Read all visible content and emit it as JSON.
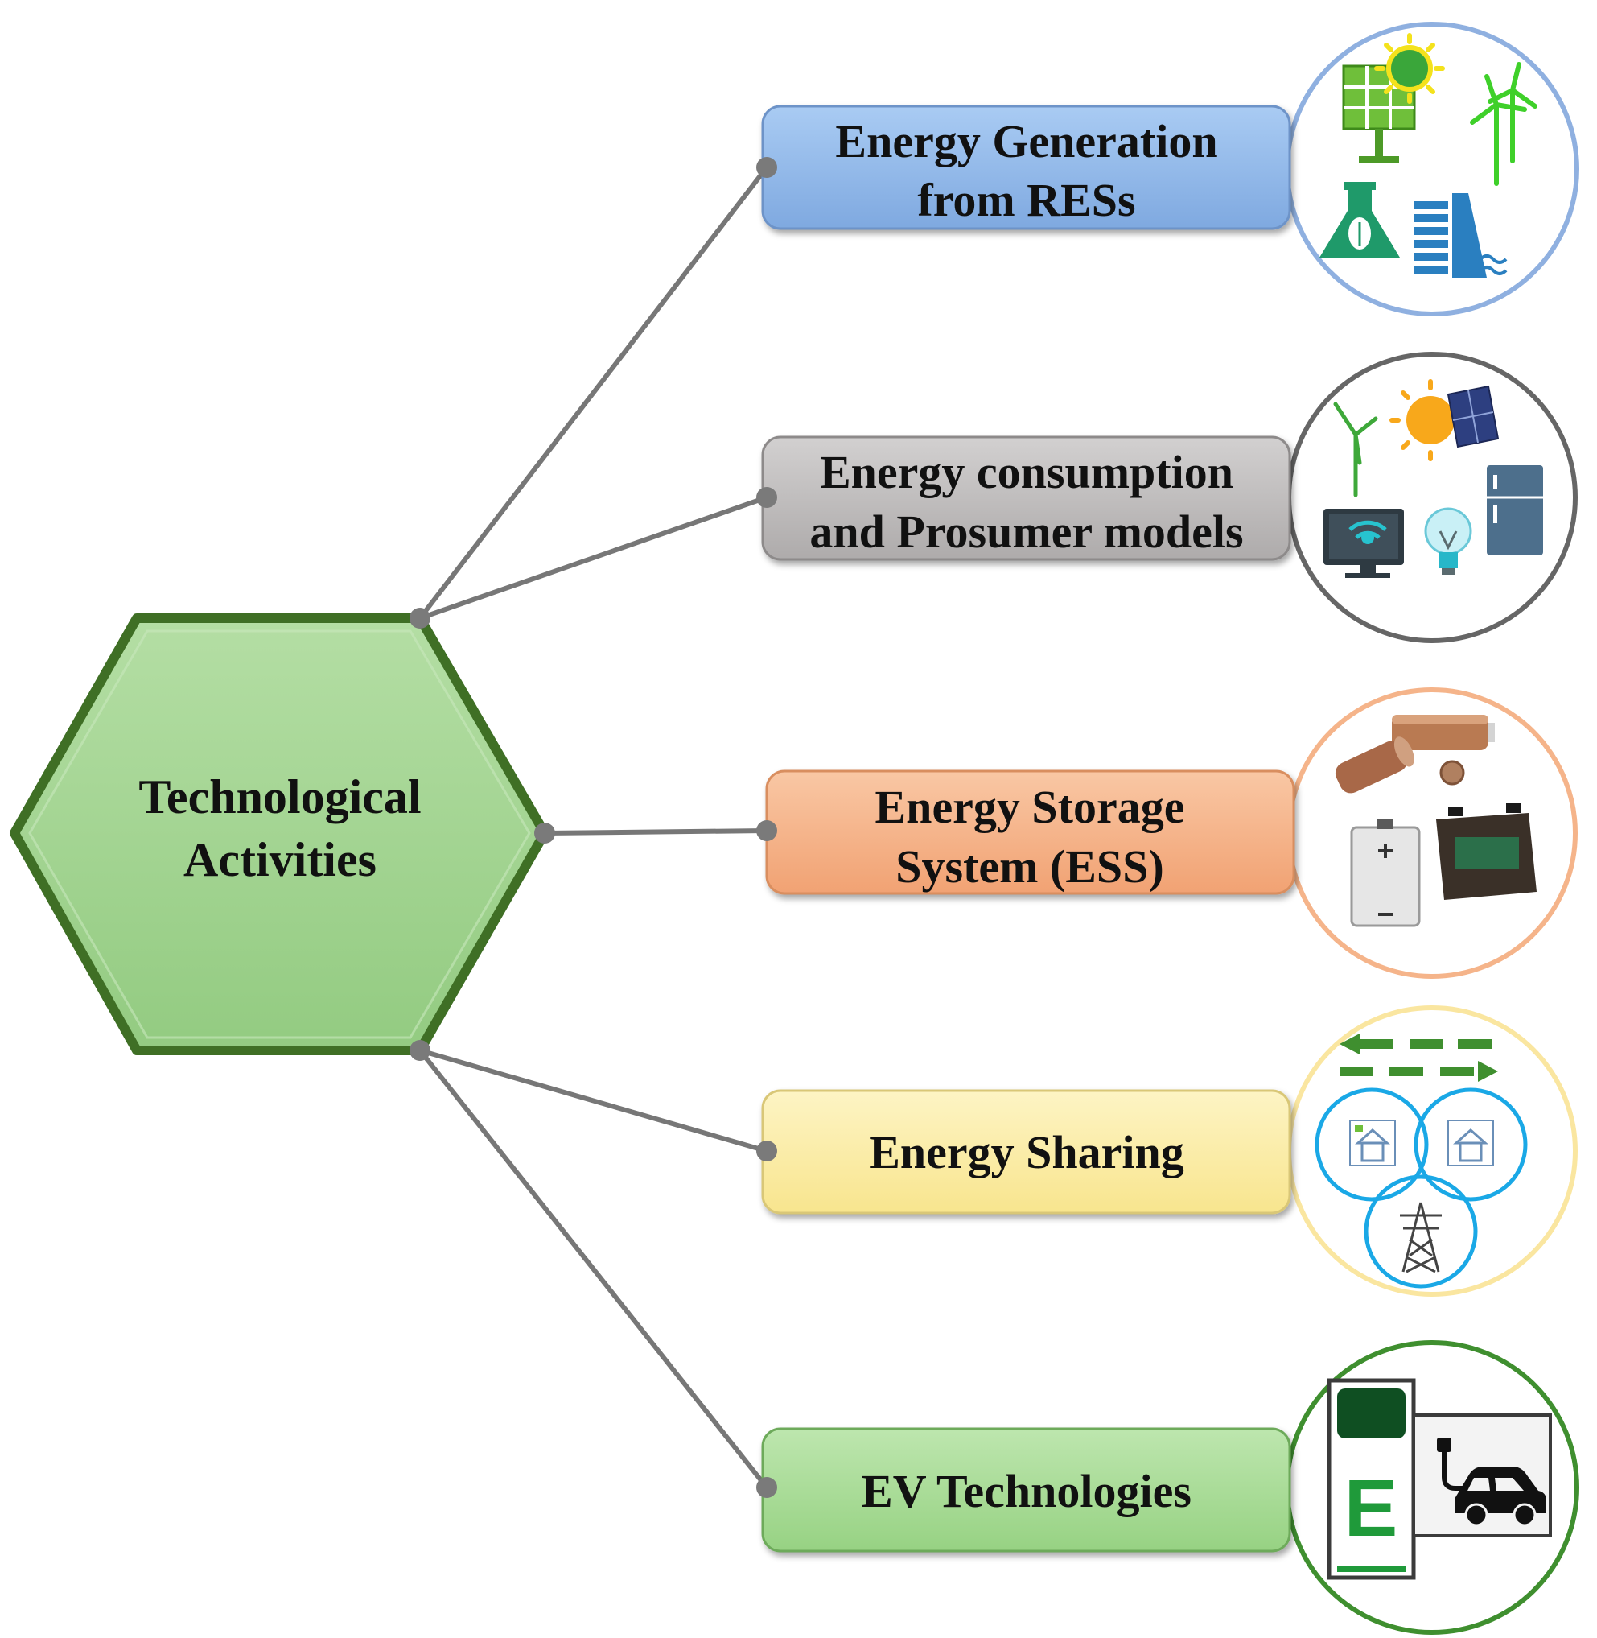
{
  "center": {
    "line1": "Technological",
    "line2": "Activities",
    "fill": "#9fd18f",
    "stroke": "#3f6f25"
  },
  "branches": [
    {
      "line1": "Energy Generation",
      "line2": "from RESs",
      "fill": "#8fb8ea",
      "ring": "#8fb0e0",
      "icons": [
        "solar-panel-icon",
        "sun-icon",
        "wind-turbine-icon",
        "biomass-plant-icon",
        "hydro-dam-icon"
      ]
    },
    {
      "line1": "Energy consumption",
      "line2": "and Prosumer models",
      "fill": "#bdbaba",
      "ring": "#666666",
      "icons": [
        "wind-turbine-icon",
        "sun-icon",
        "solar-panel-icon",
        "smart-tv-icon",
        "light-bulb-icon",
        "refrigerator-icon"
      ]
    },
    {
      "line1": "Energy Storage",
      "line2": "System (ESS)",
      "fill": "#f5b287",
      "ring": "#f5b48a",
      "icons": [
        "supercapacitor-icon",
        "cell-battery-icon",
        "car-battery-icon"
      ]
    },
    {
      "line1": "Energy Sharing",
      "line2": "",
      "fill": "#fbeea8",
      "ring": "#fae6a0",
      "icons": [
        "bidirectional-arrows-icon",
        "solar-house-icon",
        "house-icon",
        "power-tower-icon"
      ]
    },
    {
      "line1": "EV Technologies",
      "line2": "",
      "fill": "#a9dd98",
      "ring": "#3f8f2f",
      "icons": [
        "charging-station-icon",
        "electric-car-icon"
      ]
    }
  ],
  "ev_station_letter": "E"
}
